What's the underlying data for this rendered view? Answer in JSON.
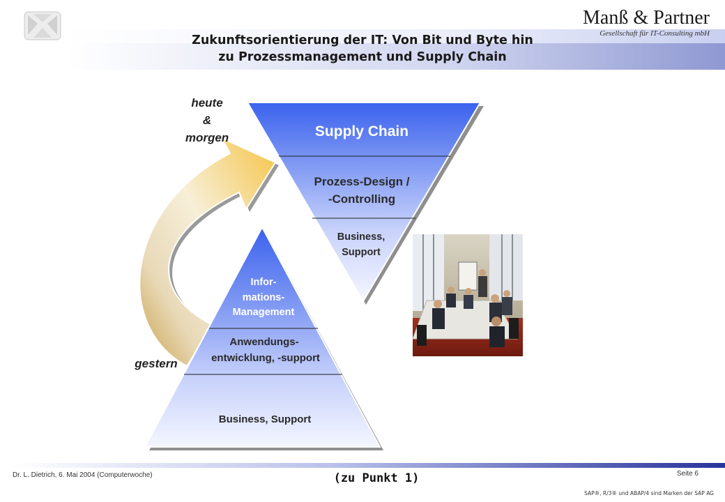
{
  "header": {
    "title_line1": "Zukunftsorientierung der IT: Von Bit und Byte hin",
    "title_line2": "zu Prozessmanagement und Supply Chain",
    "brand_name": "Manß & Partner",
    "brand_subtitle": "Gesellschaft für IT-Consulting mbH"
  },
  "diagram": {
    "label_today": [
      "heute",
      "&",
      "morgen"
    ],
    "label_yesterday": "gestern",
    "inverted_triangle": {
      "top": "Supply Chain",
      "middle": [
        "Prozess-Design /",
        "-Controlling"
      ],
      "bottom": [
        "Business,",
        "Support"
      ]
    },
    "triangle": {
      "top": [
        "Infor-",
        "mations-",
        "Management"
      ],
      "middle": [
        "Anwendungs-",
        "entwicklung, -support"
      ],
      "bottom": "Business, Support"
    }
  },
  "footer": {
    "left": "Dr. L. Dietrich, 6. Mai 2004 (Computerwoche)",
    "center": "(zu Punkt 1)",
    "page": "Seite 6",
    "note": "SAP®, R/3® und ABAP/4 sind Marken der SAP AG"
  },
  "colors": {
    "blue": "#3c66ee",
    "gold": "#f3c24b",
    "accent_bar": "#2a3a9c"
  }
}
